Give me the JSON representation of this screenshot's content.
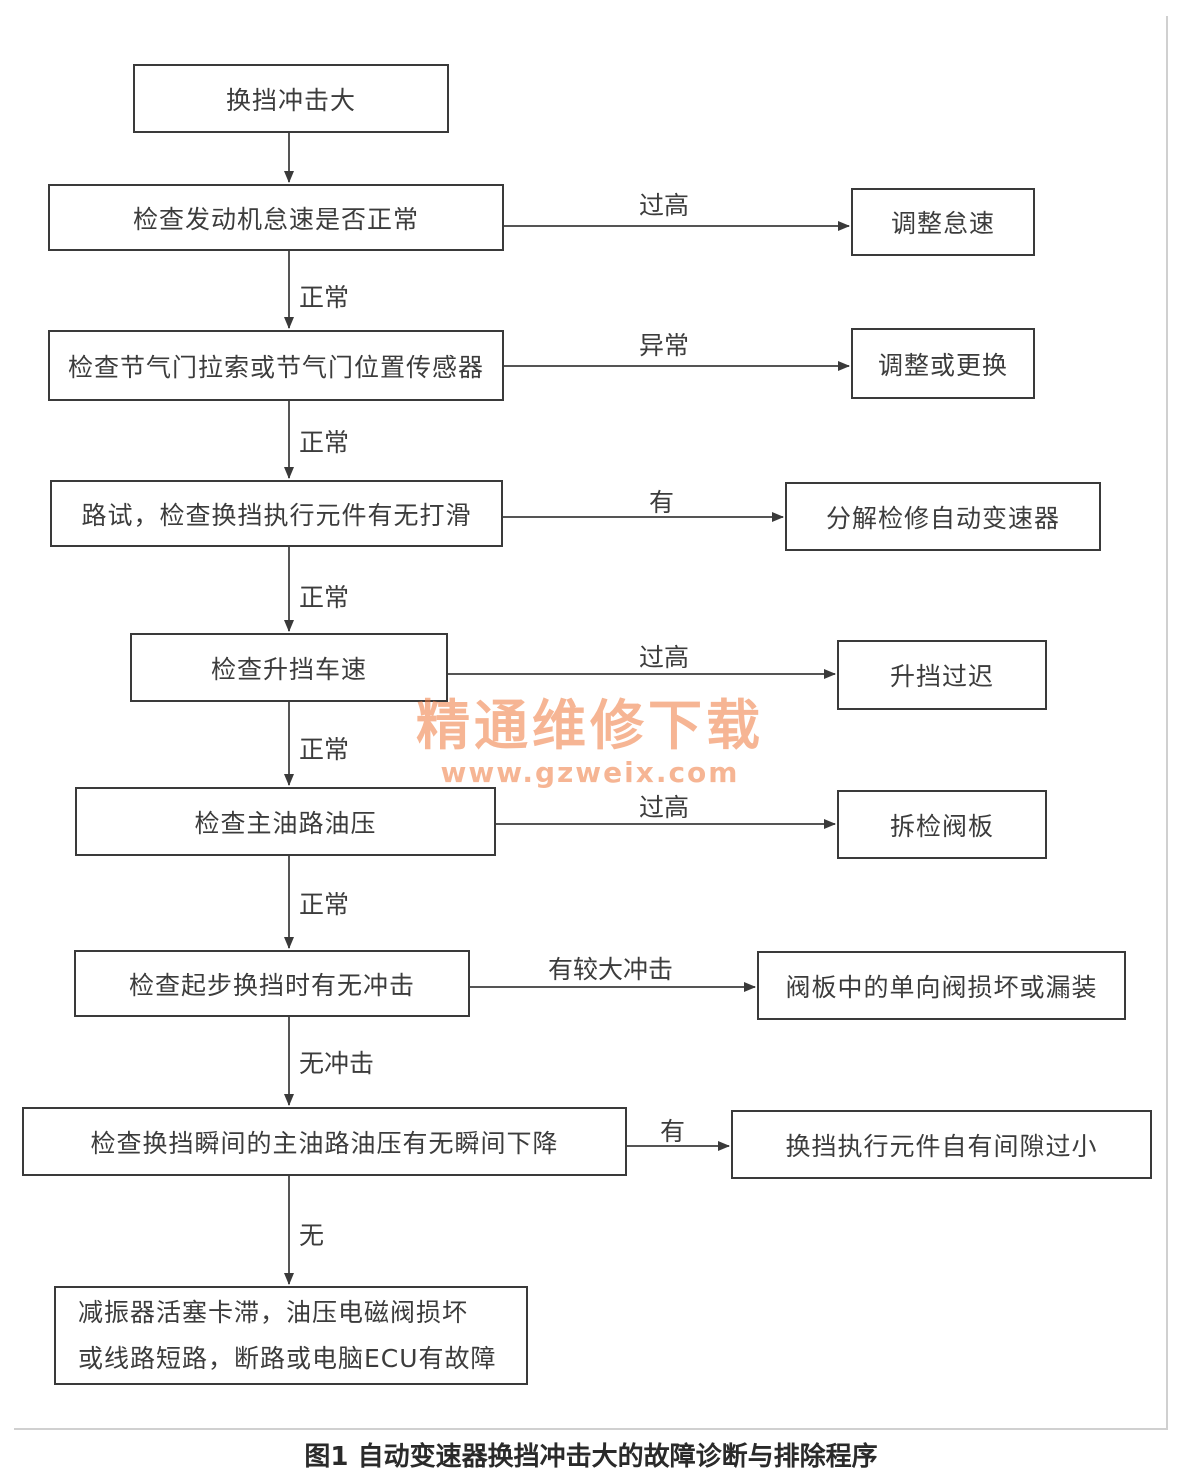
{
  "flowchart": {
    "main_steps": [
      "换挡冲击大",
      "检查发动机怠速是否正常",
      "检查节气门拉索或节气门位置传感器",
      "路试，检查换挡执行元件有无打滑",
      "检查升挡车速",
      "检查主油路油压",
      "检查起步换挡时有无冲击",
      "检查换挡瞬间的主油路油压有无瞬间下降"
    ],
    "final_result": {
      "line1": "减振器活塞卡滞，油压电磁阀损坏",
      "line2": "或线路短路，断路或电脑ECU有故障"
    },
    "down_labels": [
      "正常",
      "正常",
      "正常",
      "正常",
      "正常",
      "无冲击",
      "无"
    ],
    "branches": [
      {
        "condition": "过高",
        "result": "调整怠速"
      },
      {
        "condition": "异常",
        "result": "调整或更换"
      },
      {
        "condition": "有",
        "result": "分解检修自动变速器"
      },
      {
        "condition": "过高",
        "result": "升挡过迟"
      },
      {
        "condition": "过高",
        "result": "拆检阀板"
      },
      {
        "condition": "有较大冲击",
        "result": "阀板中的单向阀损坏或漏装"
      },
      {
        "condition": "有",
        "result": "换挡执行元件自有间隙过小"
      }
    ]
  },
  "watermark": {
    "line1": "精通维修下载",
    "line2": "www.gzweix.com"
  },
  "caption": "图1 自动变速器换挡冲击大的故障诊断与排除程序"
}
